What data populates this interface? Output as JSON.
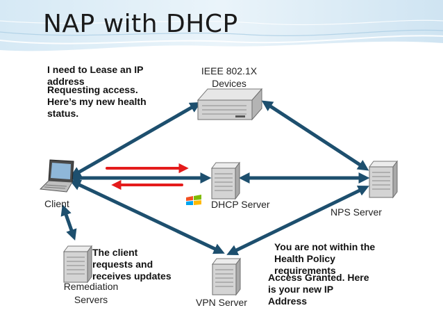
{
  "slide": {
    "title": "NAP with DHCP"
  },
  "nodes": {
    "ieee": {
      "label_line1": "IEEE 802.1X",
      "label_line2": "Devices",
      "icon": "server-rack-icon"
    },
    "client": {
      "label": "Client",
      "icon": "laptop-icon"
    },
    "dhcp": {
      "label": "DHCP Server",
      "icon": "server-tower-icon"
    },
    "nps": {
      "label": "NPS Server",
      "icon": "server-tower-icon"
    },
    "remediation": {
      "label_line1": "Remediation",
      "label_line2": "Servers",
      "icon": "server-tower-icon"
    },
    "vpn": {
      "label": "VPN Server",
      "icon": "server-tower-icon"
    }
  },
  "callouts": {
    "lease": {
      "line1": "I need to Lease an IP",
      "line2": "address"
    },
    "request": {
      "line1": "Requesting access.",
      "line2": "Here’s my new health",
      "line3": "status."
    },
    "client_updates": {
      "line1": "The client",
      "line2": "requests and",
      "line3": "receives updates"
    },
    "not_within": {
      "line1": "You are not within the",
      "line2": "Health Policy",
      "line3": "requirements"
    },
    "granted": {
      "line1": "Access Granted. Here",
      "line2": "is your new IP",
      "line3": "Address"
    }
  },
  "colors": {
    "connector": "#1d4f6e",
    "request_arrow": "#e41b1b",
    "title_band": "#bcd9ec"
  }
}
